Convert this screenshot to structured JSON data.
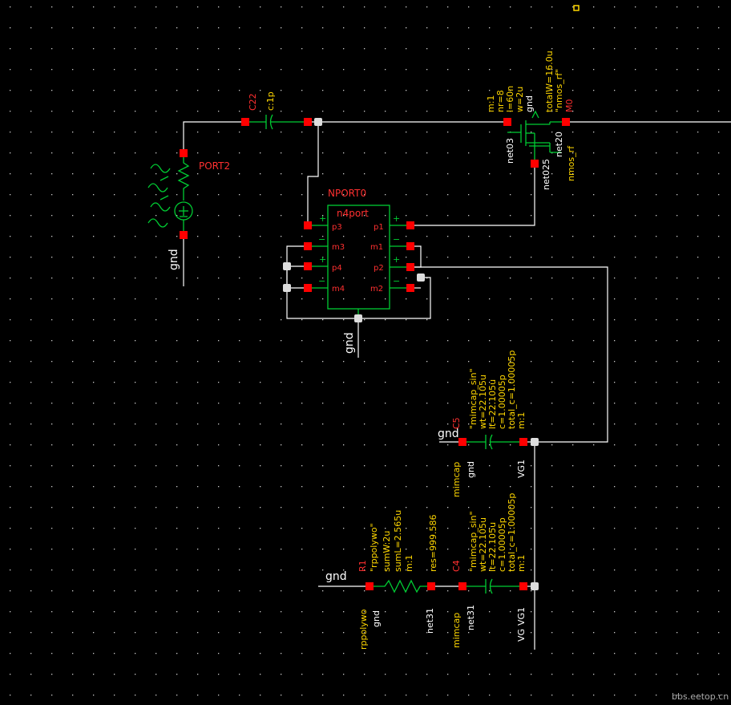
{
  "colors": {
    "background": "#000000",
    "wire": "#ffffff",
    "pin": "#ff0000",
    "instance_name": "#ff3030",
    "parameter": "#ffd700",
    "symbol": "#00cc33",
    "grid_dot": "#ffffff"
  },
  "port2": {
    "name": "PORT2",
    "gnd": "gnd"
  },
  "c22": {
    "name": "C22",
    "value": "c:1p"
  },
  "nport": {
    "name": "NPORT0",
    "cell": "n4port",
    "gnd": "gnd",
    "pins": {
      "p3": "p3",
      "m3": "m3",
      "p4": "p4",
      "m4": "m4",
      "p1": "p1",
      "m1": "m1",
      "p2": "p2",
      "m2": "m2"
    },
    "plus": "+",
    "minus": "−"
  },
  "m0": {
    "name": "M0",
    "params": [
      "m:1",
      "nr=8",
      "l=60n",
      "w=2u"
    ],
    "total": "totalW=16.0u",
    "model_q": "\"nmos_rf\"",
    "bulk_gnd": "gnd",
    "net_gate": "net03",
    "net_bulk": "net025",
    "net_source": "net20",
    "model": "nmos_rf"
  },
  "c5": {
    "name": "C5",
    "params": [
      "\"mimcap_sin\"",
      "wt=22.105u",
      "lt=22.105u",
      "c=1.00005p",
      "total_c=1.00005p",
      "m:1"
    ],
    "gnd_left": "gnd",
    "model": "mimcap",
    "term_gnd": "gnd",
    "term_vg": "VG1"
  },
  "c4": {
    "name": "C4",
    "params": [
      "\"mimcap_sin\"",
      "wt=22.105u",
      "lt=22.105u",
      "c=1.00005p",
      "total_c=1.00005p",
      "m:1"
    ],
    "model": "mimcap",
    "net": "net31",
    "term_vg": "VG",
    "term_vg1": "VG1"
  },
  "r1": {
    "name": "R1",
    "params": [
      "\"rppolywo\"",
      "sumW:2u",
      "sumL=2.565u",
      "m:1",
      "res=999.586"
    ],
    "gnd_left": "gnd",
    "model": "rppolywo",
    "term_gnd": "gnd",
    "net": "net31"
  },
  "watermark": "bbs.eetop.cn"
}
